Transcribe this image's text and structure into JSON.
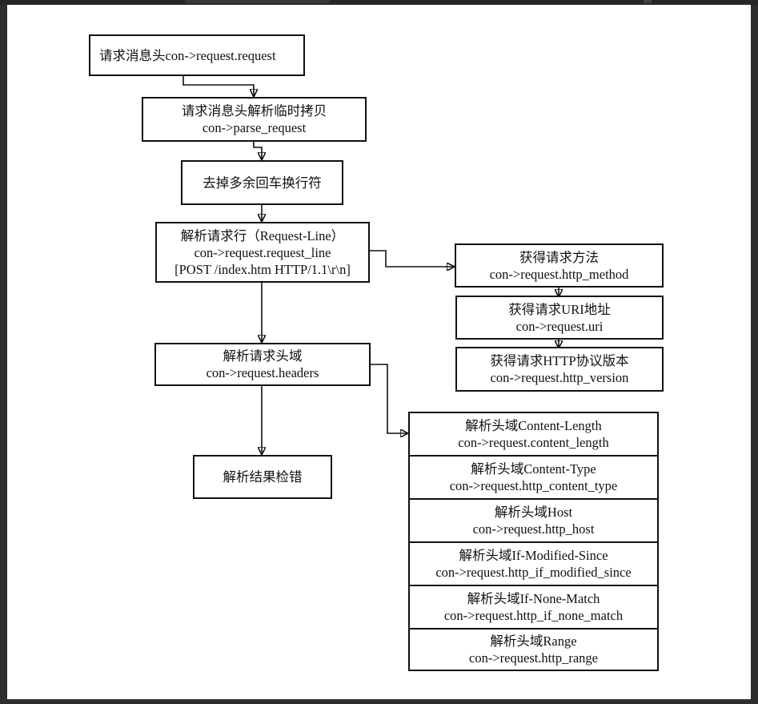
{
  "nodes": {
    "request": {
      "line1": "请求消息头con->request.request"
    },
    "parse_copy": {
      "line1": "请求消息头解析临时拷贝",
      "line2": "con->parse_request"
    },
    "strip_crlf": {
      "line1": "去掉多余回车换行符"
    },
    "request_line": {
      "line1": "解析请求行（Request-Line）",
      "line2": "con->request.request_line",
      "line3": "[POST /index.htm HTTP/1.1\\r\\n]"
    },
    "method": {
      "line1": "获得请求方法",
      "line2": "con->request.http_method"
    },
    "uri": {
      "line1": "获得请求URI地址",
      "line2": "con->request.uri"
    },
    "version": {
      "line1": "获得请求HTTP协议版本",
      "line2": "con->request.http_version"
    },
    "headers": {
      "line1": "解析请求头域",
      "line2": "con->request.headers"
    },
    "check": {
      "line1": "解析结果检错"
    },
    "content_length": {
      "line1": "解析头域Content-Length",
      "line2": "con->request.content_length"
    },
    "content_type": {
      "line1": "解析头域Content-Type",
      "line2": "con->request.http_content_type"
    },
    "host": {
      "line1": "解析头域Host",
      "line2": "con->request.http_host"
    },
    "if_modified_since": {
      "line1": "解析头域If-Modified-Since",
      "line2": "con->request.http_if_modified_since"
    },
    "if_none_match": {
      "line1": "解析头域If-None-Match",
      "line2": "con->request.http_if_none_match"
    },
    "range": {
      "line1": "解析头域Range",
      "line2": "con->request.http_range"
    }
  },
  "edges": [
    {
      "from": "request",
      "to": "parse_copy"
    },
    {
      "from": "parse_copy",
      "to": "strip_crlf"
    },
    {
      "from": "strip_crlf",
      "to": "request_line"
    },
    {
      "from": "request_line",
      "to": "method"
    },
    {
      "from": "method",
      "to": "uri"
    },
    {
      "from": "uri",
      "to": "version"
    },
    {
      "from": "request_line",
      "to": "headers"
    },
    {
      "from": "headers",
      "to": "check"
    },
    {
      "from": "headers",
      "to": "content_length"
    }
  ]
}
